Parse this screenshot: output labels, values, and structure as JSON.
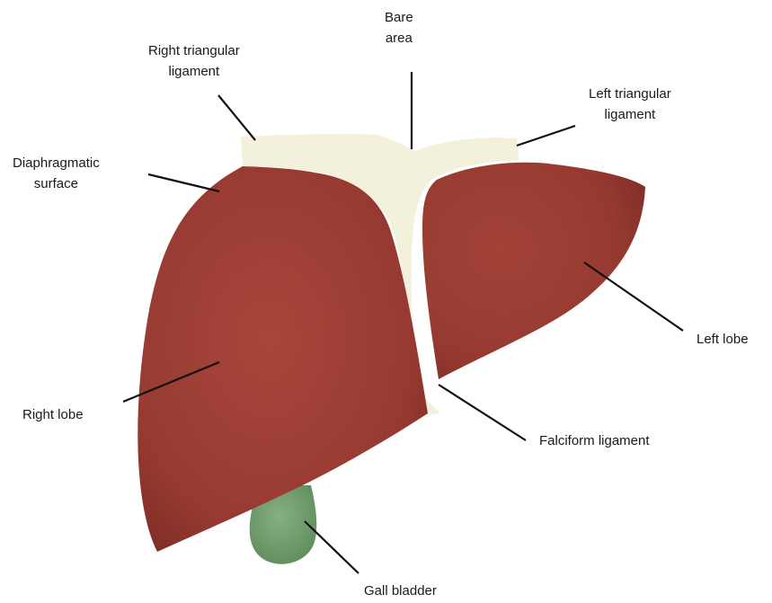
{
  "labels": {
    "bare_area": [
      "Bare",
      "area"
    ],
    "right_triangular_ligament": [
      "Right triangular",
      "ligament"
    ],
    "left_triangular_ligament": [
      "Left triangular",
      "ligament"
    ],
    "diaphragmatic_surface": [
      "Diaphragmatic",
      "surface"
    ],
    "left_lobe": "Left lobe",
    "right_lobe": "Right lobe",
    "falciform_ligament": "Falciform ligament",
    "gall_bladder": "Gall bladder"
  },
  "colors": {
    "liver": "#9b3b32",
    "liver_dark": "#7a2a24",
    "ligament": "#f3f1dc",
    "gall_bladder": "#6f9a6c",
    "leader_line": "#111111"
  }
}
